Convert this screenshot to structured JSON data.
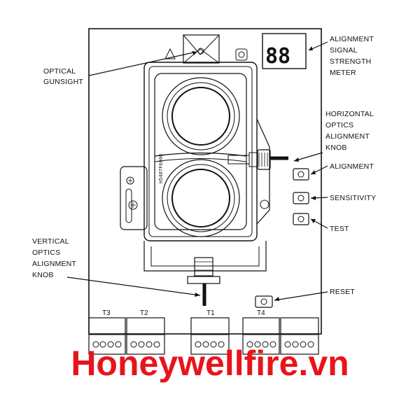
{
  "labels": {
    "optical_gunsight": [
      "OPTICAL",
      "GUNSIGHT"
    ],
    "alignment_meter": [
      "ALIGNMENT",
      "SIGNAL",
      "STRENGTH",
      "METER"
    ],
    "horizontal_knob": [
      "HORIZONTAL",
      "OPTICS",
      "ALIGNMENT",
      "KNOB"
    ],
    "alignment_button": "ALIGNMENT",
    "sensitivity_button": "SENSITIVITY",
    "test_button": "TEST",
    "vertical_knob": [
      "VERTICAL",
      "OPTICS",
      "ALIGNMENT",
      "KNOB"
    ],
    "reset_button": "RESET"
  },
  "display": {
    "value": "88"
  },
  "terminals": [
    "T3",
    "T2",
    "T1",
    "T4"
  ],
  "serial_text": "H5407F6000",
  "watermark": "Honeywellfire.vn",
  "colors": {
    "watermark": "#e8141b",
    "line": "#111111",
    "background": "#ffffff"
  }
}
